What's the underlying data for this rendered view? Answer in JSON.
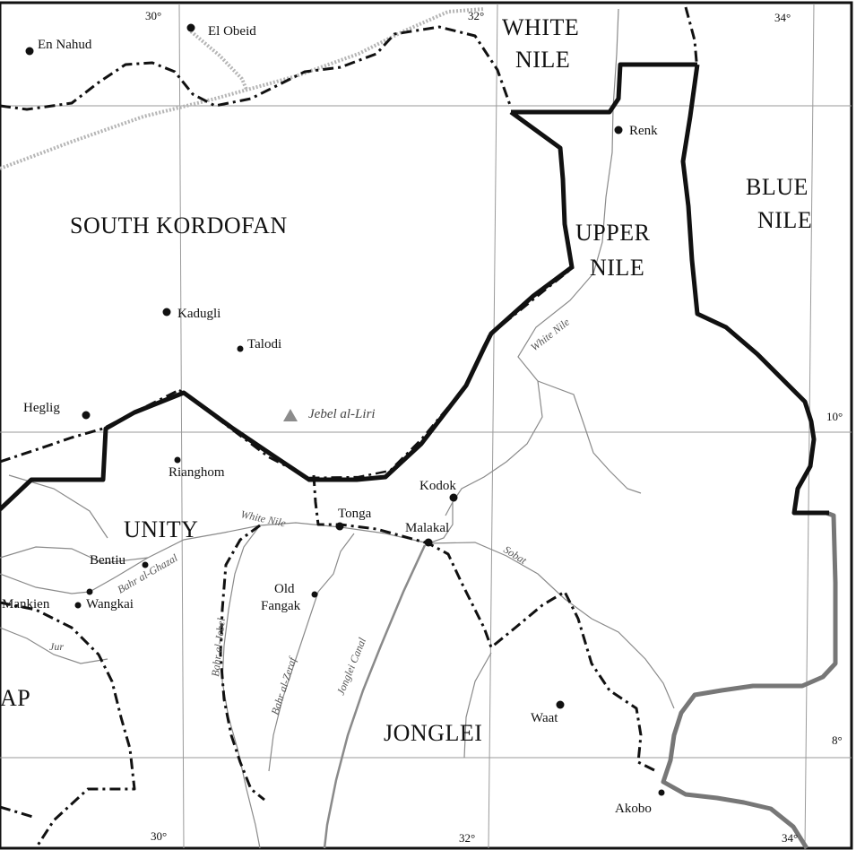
{
  "map": {
    "coordinates": {
      "lon_30_top": "30°",
      "lon_32_top": "32°",
      "lon_34_top": "34°",
      "lat_10": "10°",
      "lat_8": "8°",
      "lon_30_bottom": "30°",
      "lon_32_bottom": "32°",
      "lon_34_bottom": "34°"
    },
    "regions": {
      "white_nile_1": "WHITE",
      "white_nile_2": "NILE",
      "blue_nile_1": "BLUE",
      "blue_nile_2": "NILE",
      "upper_nile_1": "UPPER",
      "upper_nile_2": "NILE",
      "south_kordofan": "SOUTH KORDOFAN",
      "unity": "UNITY",
      "jonglei": "JONGLEI",
      "partial_ap": "AP"
    },
    "cities": {
      "en_nahud": "En Nahud",
      "el_obeid": "El Obeid",
      "renk": "Renk",
      "kadugli": "Kadugli",
      "talodi": "Talodi",
      "heglig": "Heglig",
      "rianghom": "Rianghom",
      "kodok": "Kodok",
      "tonga": "Tonga",
      "malakal": "Malakal",
      "bentiu": "Bentiu",
      "mankien": "Mankien",
      "wangkai": "Wangkai",
      "old_fangak_1": "Old",
      "old_fangak_2": "Fangak",
      "waat": "Waat",
      "akobo": "Akobo"
    },
    "peak": "Jebel al-Liri",
    "rivers": {
      "white_nile_upper": "White Nile",
      "white_nile_lower": "White Nile",
      "bahr_al_ghazal": "Bahr al-Ghazal",
      "bahr_al_jebel": "Bahr al-Jebel",
      "bahr_al_zeraf": "Bahr al-Zeraf",
      "jonglei_canal": "Jonglei Canal",
      "sobat": "Sobat",
      "jur": "Jur"
    },
    "colors": {
      "border": "#111111",
      "river": "#8a8a8a",
      "grid": "#9a9a9a",
      "international_border": "#777777",
      "railway": "#b5b5b5",
      "peak": "#8c8c8c"
    }
  }
}
